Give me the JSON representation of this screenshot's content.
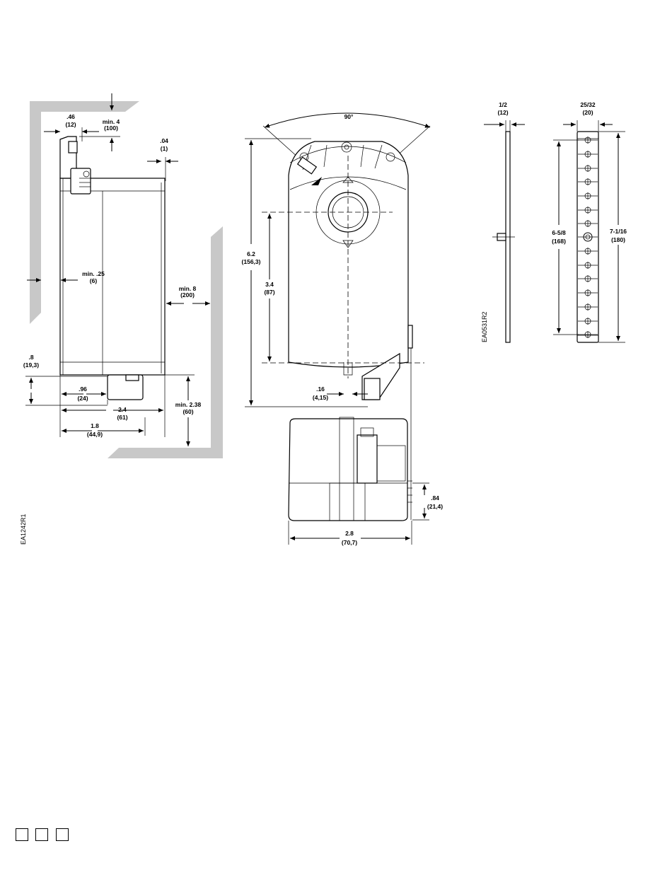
{
  "side_view": {
    "dim_046": ".46",
    "dim_046_mm": "(12)",
    "dim_min4": "min. 4",
    "dim_min4_mm": "(100)",
    "dim_004": ".04",
    "dim_004_mm": "(1)",
    "dim_min025": "min. .25",
    "dim_min025_mm": "(6)",
    "dim_min8": "min. 8",
    "dim_min8_mm": "(200)",
    "dim_08": ".8",
    "dim_08_mm": "(19,3)",
    "dim_096": ".96",
    "dim_096_mm": "(24)",
    "dim_24": "2.4",
    "dim_24_mm": "(61)",
    "dim_min238": "min. 2.38",
    "dim_min238_mm": "(60)",
    "dim_18": "1.8",
    "dim_18_mm": "(44,9)",
    "drawing_code": "EA1242R1"
  },
  "front_view": {
    "angle": "90°",
    "dim_62": "6.2",
    "dim_62_mm": "(156,3)",
    "dim_34": "3.4",
    "dim_34_mm": "(87)",
    "dim_016": ".16",
    "dim_016_mm": "(4,15)",
    "dim_084": ".84",
    "dim_084_mm": "(21,4)",
    "dim_28": "2.8",
    "dim_28_mm": "(70,7)"
  },
  "bracket": {
    "dim_12": "1/2",
    "dim_12_mm": "(12)",
    "dim_2532": "25/32",
    "dim_2532_mm": "(20)",
    "dim_658": "6-5/8",
    "dim_658_mm": "(168)",
    "dim_7116": "7-1/16",
    "dim_7116_mm": "(180)",
    "drawing_code": "EA0531R2"
  }
}
